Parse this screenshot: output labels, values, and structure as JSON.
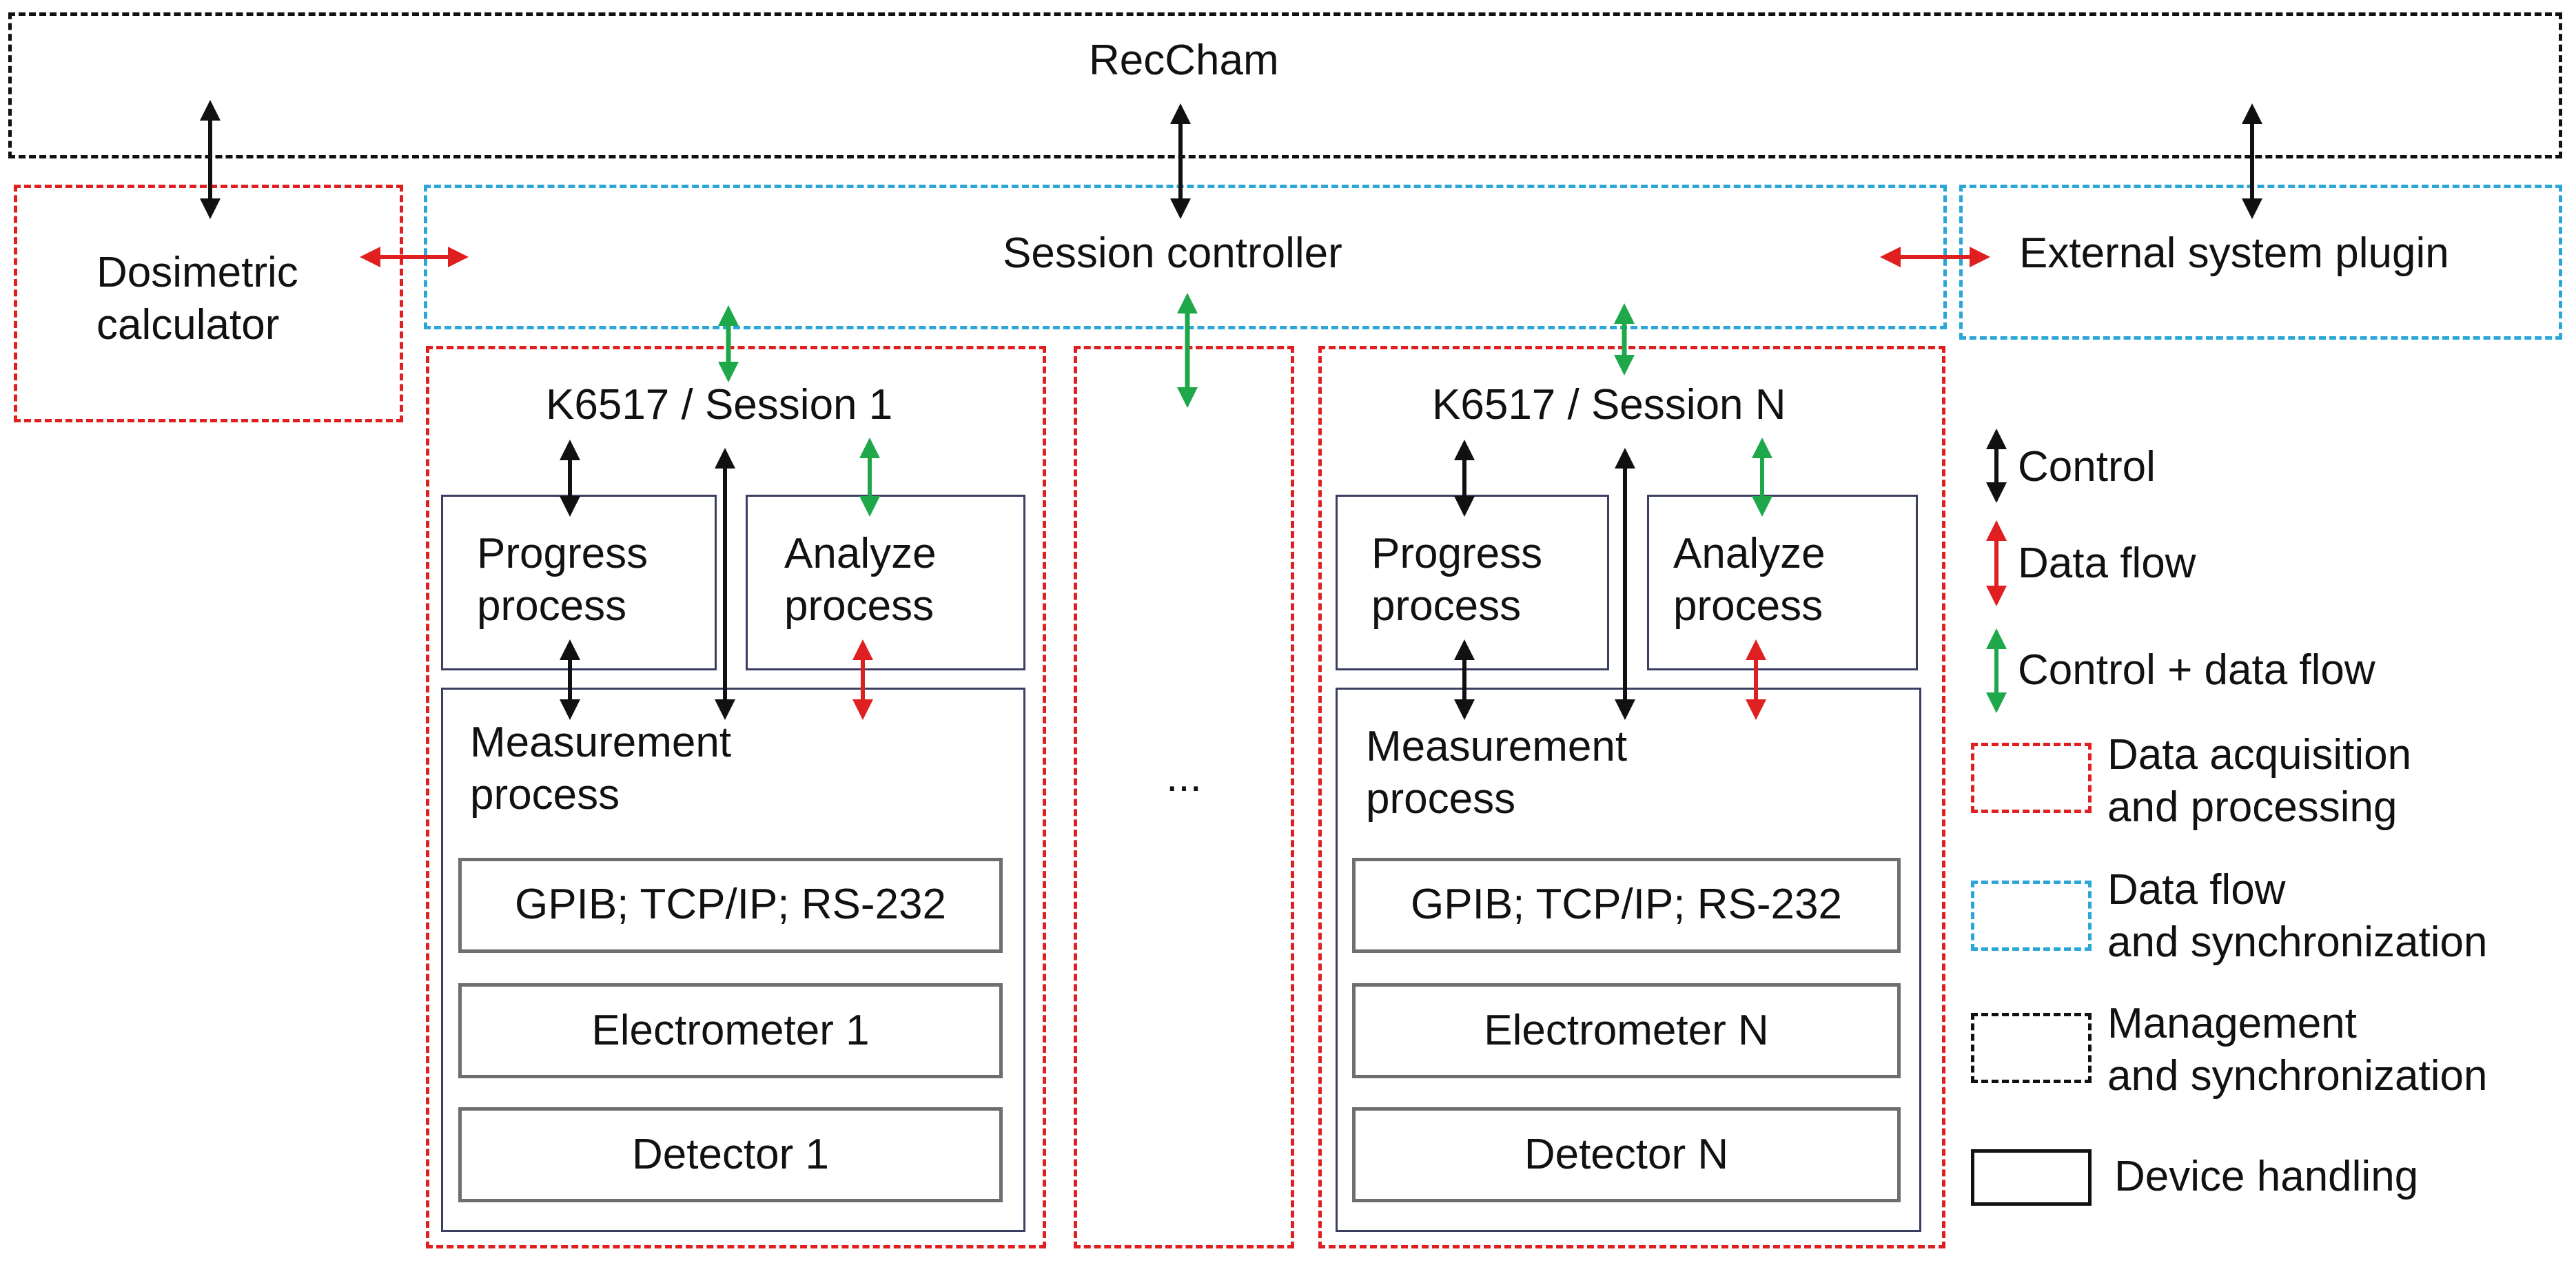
{
  "top": {
    "title": "RecCham"
  },
  "dosimetric": {
    "line1": "Dosimetric",
    "line2": "calculator"
  },
  "session_controller": {
    "label": "Session controller"
  },
  "external_plugin": {
    "label": "External system plugin"
  },
  "session1": {
    "title": "K6517 / Session 1",
    "progress": {
      "line1": "Progress",
      "line2": "process"
    },
    "analyze": {
      "line1": "Analyze",
      "line2": "process"
    },
    "measurement": {
      "line1": "Measurement",
      "line2": "process"
    },
    "gpib": "GPIB; TCP/IP; RS-232",
    "electrometer": "Electrometer 1",
    "detector": "Detector 1"
  },
  "ellipsis": "...",
  "sessionN": {
    "title": "K6517 / Session N",
    "progress": {
      "line1": "Progress",
      "line2": "process"
    },
    "analyze": {
      "line1": "Analyze",
      "line2": "process"
    },
    "measurement": {
      "line1": "Measurement",
      "line2": "process"
    },
    "gpib": "GPIB; TCP/IP; RS-232",
    "electrometer": "Electrometer N",
    "detector": "Detector N"
  },
  "legend": {
    "control": "Control",
    "data_flow": "Data flow",
    "control_data": "Control + data flow",
    "acquisition": {
      "line1": "Data acquisition",
      "line2": "and processing"
    },
    "sync": {
      "line1": "Data flow",
      "line2": "and synchronization"
    },
    "management": {
      "line1": "Management",
      "line2": "and synchronization"
    },
    "device": "Device handling"
  },
  "colors": {
    "control": "#111111",
    "data": "#e02020",
    "control_data": "#1fa84a",
    "blue": "#2aa6d8",
    "navy": "#3a3f62"
  }
}
